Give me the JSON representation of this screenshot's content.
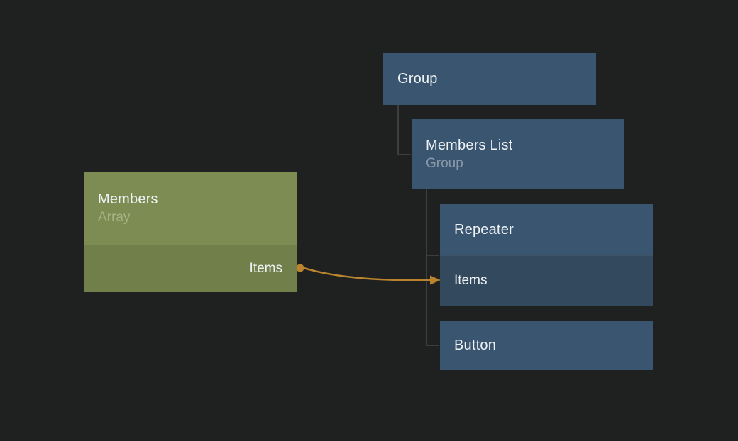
{
  "colors": {
    "background": "#1f2121",
    "node_blue": "#3a5570",
    "node_blue_port": "#33495d",
    "node_green": "#7d8c52",
    "node_green_port": "#71804b",
    "title_text": "#eef2f4",
    "subtitle_blue": "#8a99a9",
    "subtitle_green": "#a9b287",
    "wire": "#b9842d",
    "tree_line": "#3c3e3f"
  },
  "nodes": {
    "group": {
      "title": "Group"
    },
    "members_list": {
      "title": "Members List",
      "subtitle": "Group"
    },
    "repeater": {
      "title": "Repeater",
      "ports": {
        "items": "Items"
      }
    },
    "button": {
      "title": "Button"
    },
    "members": {
      "title": "Members",
      "subtitle": "Array",
      "ports": {
        "items": "Items"
      }
    }
  },
  "connection": {
    "from": "Members.Items",
    "to": "Repeater.Items"
  }
}
